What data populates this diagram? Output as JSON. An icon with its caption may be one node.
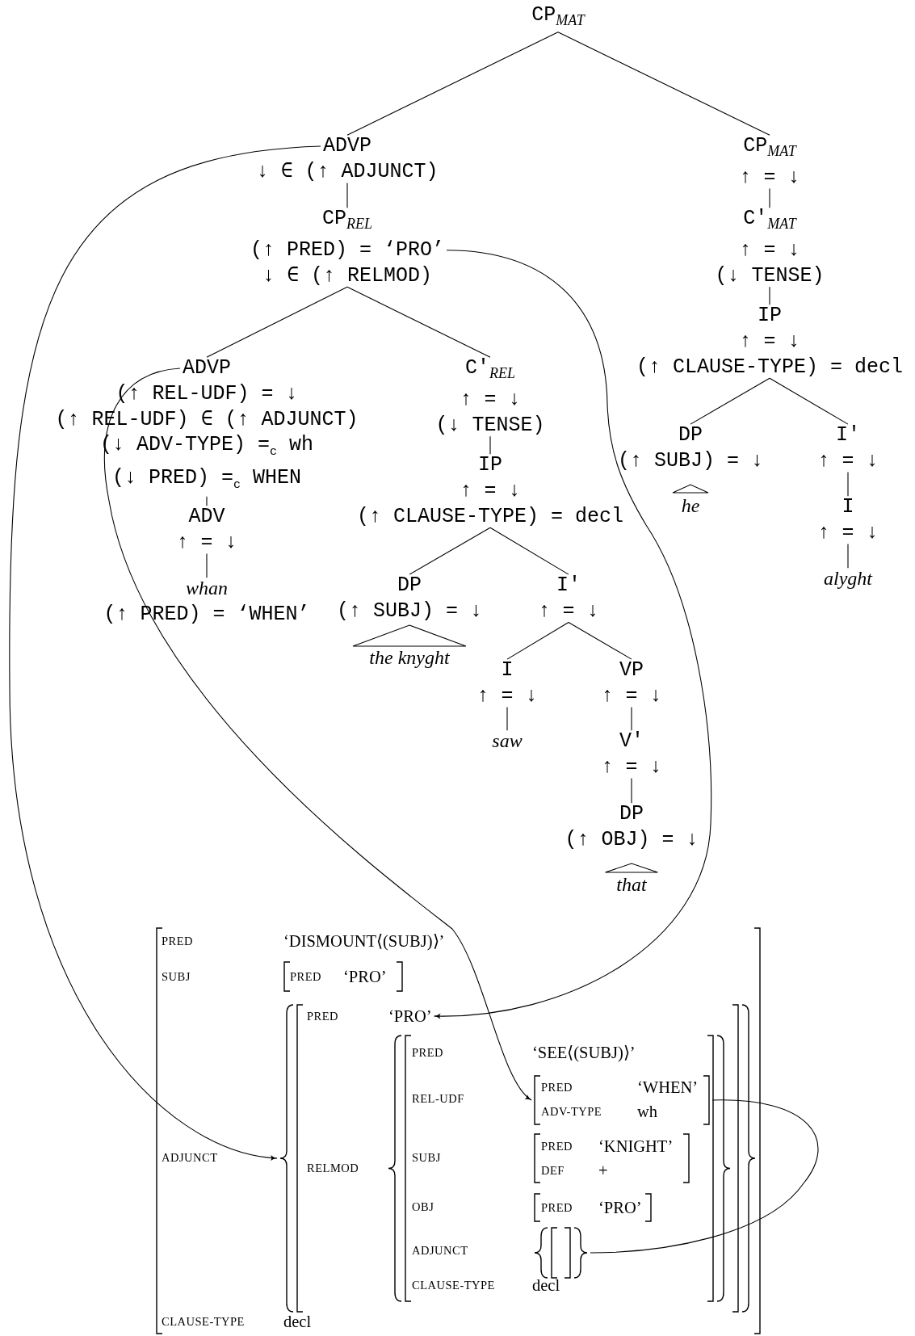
{
  "diagram": {
    "nodes": [
      {
        "text": [
          "CP$_{MAT}$"
        ]
      },
      {
        "text": [
          "ADVP",
          "↓ ∈ (↑ ADJUNCT)"
        ]
      },
      {
        "text": [
          "CP$_{REL}$",
          "(↑ PRED) = ‘PRO’",
          "↓ ∈ (↑ RELMOD)"
        ]
      },
      {
        "text": [
          "ADVP",
          "(↑ REL-UDF) = ↓",
          "(↑ REL-UDF) ∈ (↑ ADJUNCT)",
          "(↓ ADV-TYPE) =$_{c}$ wh",
          "(↓ PRED) =$_{c}$ WHEN"
        ]
      },
      {
        "text": [
          "ADV",
          "↑ = ↓"
        ]
      },
      {
        "text": [
          "whan",
          "(↑ PRED) = ‘WHEN’"
        ]
      },
      {
        "text": [
          "C′$_{REL}$",
          "↑ = ↓",
          "(↓ TENSE)"
        ]
      },
      {
        "text": [
          "IP",
          "↑ = ↓",
          "(↑ CLAUSE-TYPE) = decl"
        ]
      },
      {
        "text": [
          "DP",
          "(↑ SUBJ) = ↓"
        ]
      },
      {
        "text": [
          "the knyght"
        ]
      },
      {
        "text": [
          "I′",
          "↑ = ↓"
        ]
      },
      {
        "text": [
          "I",
          "↑ = ↓"
        ]
      },
      {
        "text": [
          "saw"
        ]
      },
      {
        "text": [
          "VP",
          "↑ = ↓"
        ]
      },
      {
        "text": [
          "V′",
          "↑ = ↓"
        ]
      },
      {
        "text": [
          "DP",
          "(↑ OBJ) = ↓"
        ]
      },
      {
        "text": [
          "that"
        ]
      },
      {
        "text": [
          "CP$_{MAT}$",
          "↑ = ↓"
        ]
      },
      {
        "text": [
          "C′$_{MAT}$",
          "↑ = ↓",
          "(↓ TENSE)"
        ]
      },
      {
        "text": [
          "IP",
          "↑ = ↓",
          "(↑ CLAUSE-TYPE) = decl"
        ]
      },
      {
        "text": [
          "DP",
          "(↑ SUBJ) = ↓"
        ]
      },
      {
        "text": [
          "he"
        ]
      },
      {
        "text": [
          "I′",
          "↑ = ↓"
        ]
      },
      {
        "text": [
          "I",
          "↑ = ↓"
        ]
      },
      {
        "text": [
          "alyght"
        ]
      },
      {
        "text": [
          "PRED",
          "‘DISMOUNT⟨(SUBJ)⟩’",
          "SUBJ",
          "ADJUNCT",
          "CLAUSE-TYPE",
          "decl"
        ]
      },
      {
        "text": [
          "PRED",
          "‘PRO’"
        ],
        "in": 25
      },
      {
        "text": [
          "PRED",
          "‘PRO’",
          "RELMOD"
        ],
        "in": 25
      },
      {
        "text": [
          "PRED",
          "‘SEE⟨(SUBJ)⟩’",
          "REL-UDF",
          "SUBJ",
          "OBJ",
          "ADJUNCT",
          "CLAUSE-TYPE",
          "decl"
        ],
        "in": 27
      },
      {
        "text": [
          "PRED",
          "‘WHEN’",
          "ADV-TYPE",
          "wh"
        ],
        "in": 28
      },
      {
        "text": [
          "PRED",
          "‘KNIGHT’",
          "DEF",
          "+"
        ],
        "in": 28
      },
      {
        "text": [
          "PRED",
          "‘PRO’"
        ],
        "in": 28
      },
      {
        "text": [],
        "shape": "box",
        "in": 28
      }
    ],
    "edges": [
      {
        "from": 0,
        "to": 1,
        "arrow": "none"
      },
      {
        "from": 0,
        "to": 17,
        "arrow": "none"
      },
      {
        "from": 1,
        "to": 2,
        "arrow": "none"
      },
      {
        "from": 2,
        "to": 3,
        "arrow": "none"
      },
      {
        "from": 2,
        "to": 6,
        "arrow": "none"
      },
      {
        "from": 3,
        "to": 4,
        "arrow": "none"
      },
      {
        "from": 4,
        "to": 5,
        "arrow": "none"
      },
      {
        "from": 6,
        "to": 7,
        "arrow": "none"
      },
      {
        "from": 7,
        "to": 8,
        "arrow": "none"
      },
      {
        "from": 7,
        "to": 10,
        "arrow": "none"
      },
      {
        "from": 10,
        "to": 11,
        "arrow": "none"
      },
      {
        "from": 10,
        "to": 13,
        "arrow": "none"
      },
      {
        "from": 11,
        "to": 12,
        "arrow": "none"
      },
      {
        "from": 13,
        "to": 14,
        "arrow": "none"
      },
      {
        "from": 14,
        "to": 15,
        "arrow": "none"
      },
      {
        "from": 17,
        "to": 18,
        "arrow": "none"
      },
      {
        "from": 18,
        "to": 19,
        "arrow": "none"
      },
      {
        "from": 19,
        "to": 20,
        "arrow": "none"
      },
      {
        "from": 19,
        "to": 22,
        "arrow": "none"
      },
      {
        "from": 22,
        "to": 23,
        "arrow": "none"
      },
      {
        "from": 23,
        "to": 24,
        "arrow": "none"
      },
      {
        "from": 1,
        "to": 27,
        "arrow": "to"
      },
      {
        "from": 2,
        "to": 27,
        "arrow": "to"
      },
      {
        "from": 3,
        "to": 29,
        "arrow": "to"
      },
      {
        "from": 29,
        "to": 32,
        "arrow": "none"
      }
    ]
  }
}
